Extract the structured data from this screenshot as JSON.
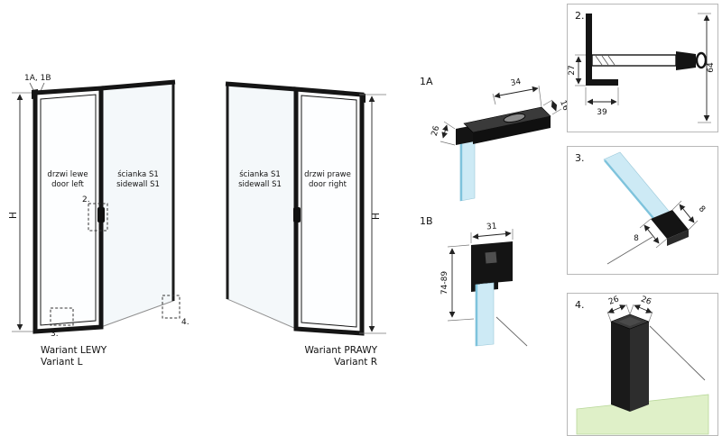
{
  "variant_left": {
    "callout_top": "1A, 1B",
    "callout_2": "2.",
    "callout_3": "3.",
    "callout_4": "4.",
    "height_label": "H",
    "door_label_pl": "drzwi lewe",
    "door_label_en": "door left",
    "sidewall_label_pl": "ścianka S1",
    "sidewall_label_en": "sidewall S1",
    "caption_pl": "Wariant LEWY",
    "caption_en": "Variant L"
  },
  "variant_right": {
    "height_label": "H",
    "door_label_pl": "drzwi prawe",
    "door_label_en": "door right",
    "sidewall_label_pl": "ścianka S1",
    "sidewall_label_en": "sidewall S1",
    "caption_pl": "Wariant PRAWY",
    "caption_en": "Variant R"
  },
  "detail_1a": {
    "label": "1A",
    "dim_width": "34",
    "dim_depth": "16",
    "dim_offset": "26"
  },
  "detail_1b": {
    "label": "1B",
    "dim_width": "31",
    "dim_range": "74-89"
  },
  "detail_2": {
    "label": "2.",
    "dim_height": "27",
    "dim_length": "39",
    "dim_total": "64"
  },
  "detail_3": {
    "label": "3.",
    "dim_a": "8",
    "dim_b": "8"
  },
  "detail_4": {
    "label": "4.",
    "dim_a": "26",
    "dim_b": "26"
  },
  "colors": {
    "line_dark": "#151515",
    "glass_edge_blue": "#7ec3dc",
    "glass_fill": "#cdeaf5",
    "sidewall_fill": "#f4f8fa",
    "floor_green": "#dff0c8",
    "box_border": "#b8b8b8"
  }
}
